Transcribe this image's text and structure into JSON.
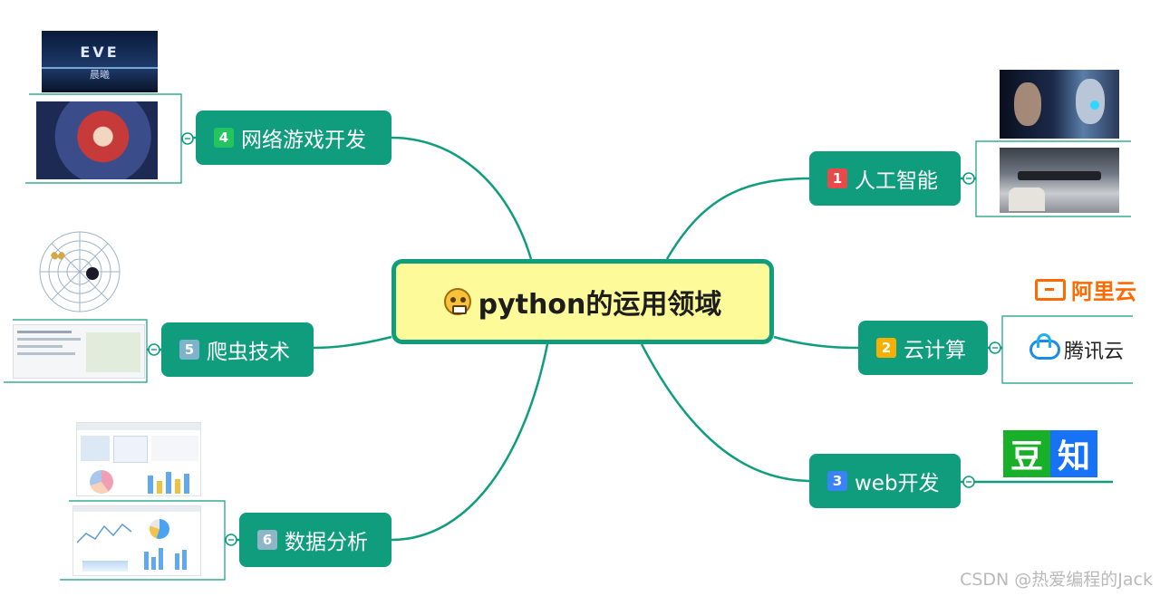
{
  "center": {
    "title": "python的运用领域",
    "icon": "angry-face-icon"
  },
  "nodes": [
    {
      "num": "1",
      "label": "人工智能",
      "color": "#e84a4a"
    },
    {
      "num": "2",
      "label": "云计算",
      "color": "#f5b000"
    },
    {
      "num": "3",
      "label": "web开发",
      "color": "#3b82f6"
    },
    {
      "num": "4",
      "label": "网络游戏开发",
      "color": "#22c55e"
    },
    {
      "num": "5",
      "label": "爬虫技术",
      "color": "#7fb3c9"
    },
    {
      "num": "6",
      "label": "数据分析",
      "color": "#8fb6c7"
    }
  ],
  "logos": {
    "aliyun": "阿里云",
    "tencent": "腾讯云",
    "douban": "豆",
    "zhihu": "知",
    "eve": "EVE",
    "eve_sub": "晨曦"
  },
  "watermark": "CSDN @热爱编程的Jack",
  "colors": {
    "branch": "#0f9d7e",
    "center_fill": "#fdfa9a",
    "ali_orange": "#ff6a00",
    "tencent_blue": "#1a8be8"
  }
}
